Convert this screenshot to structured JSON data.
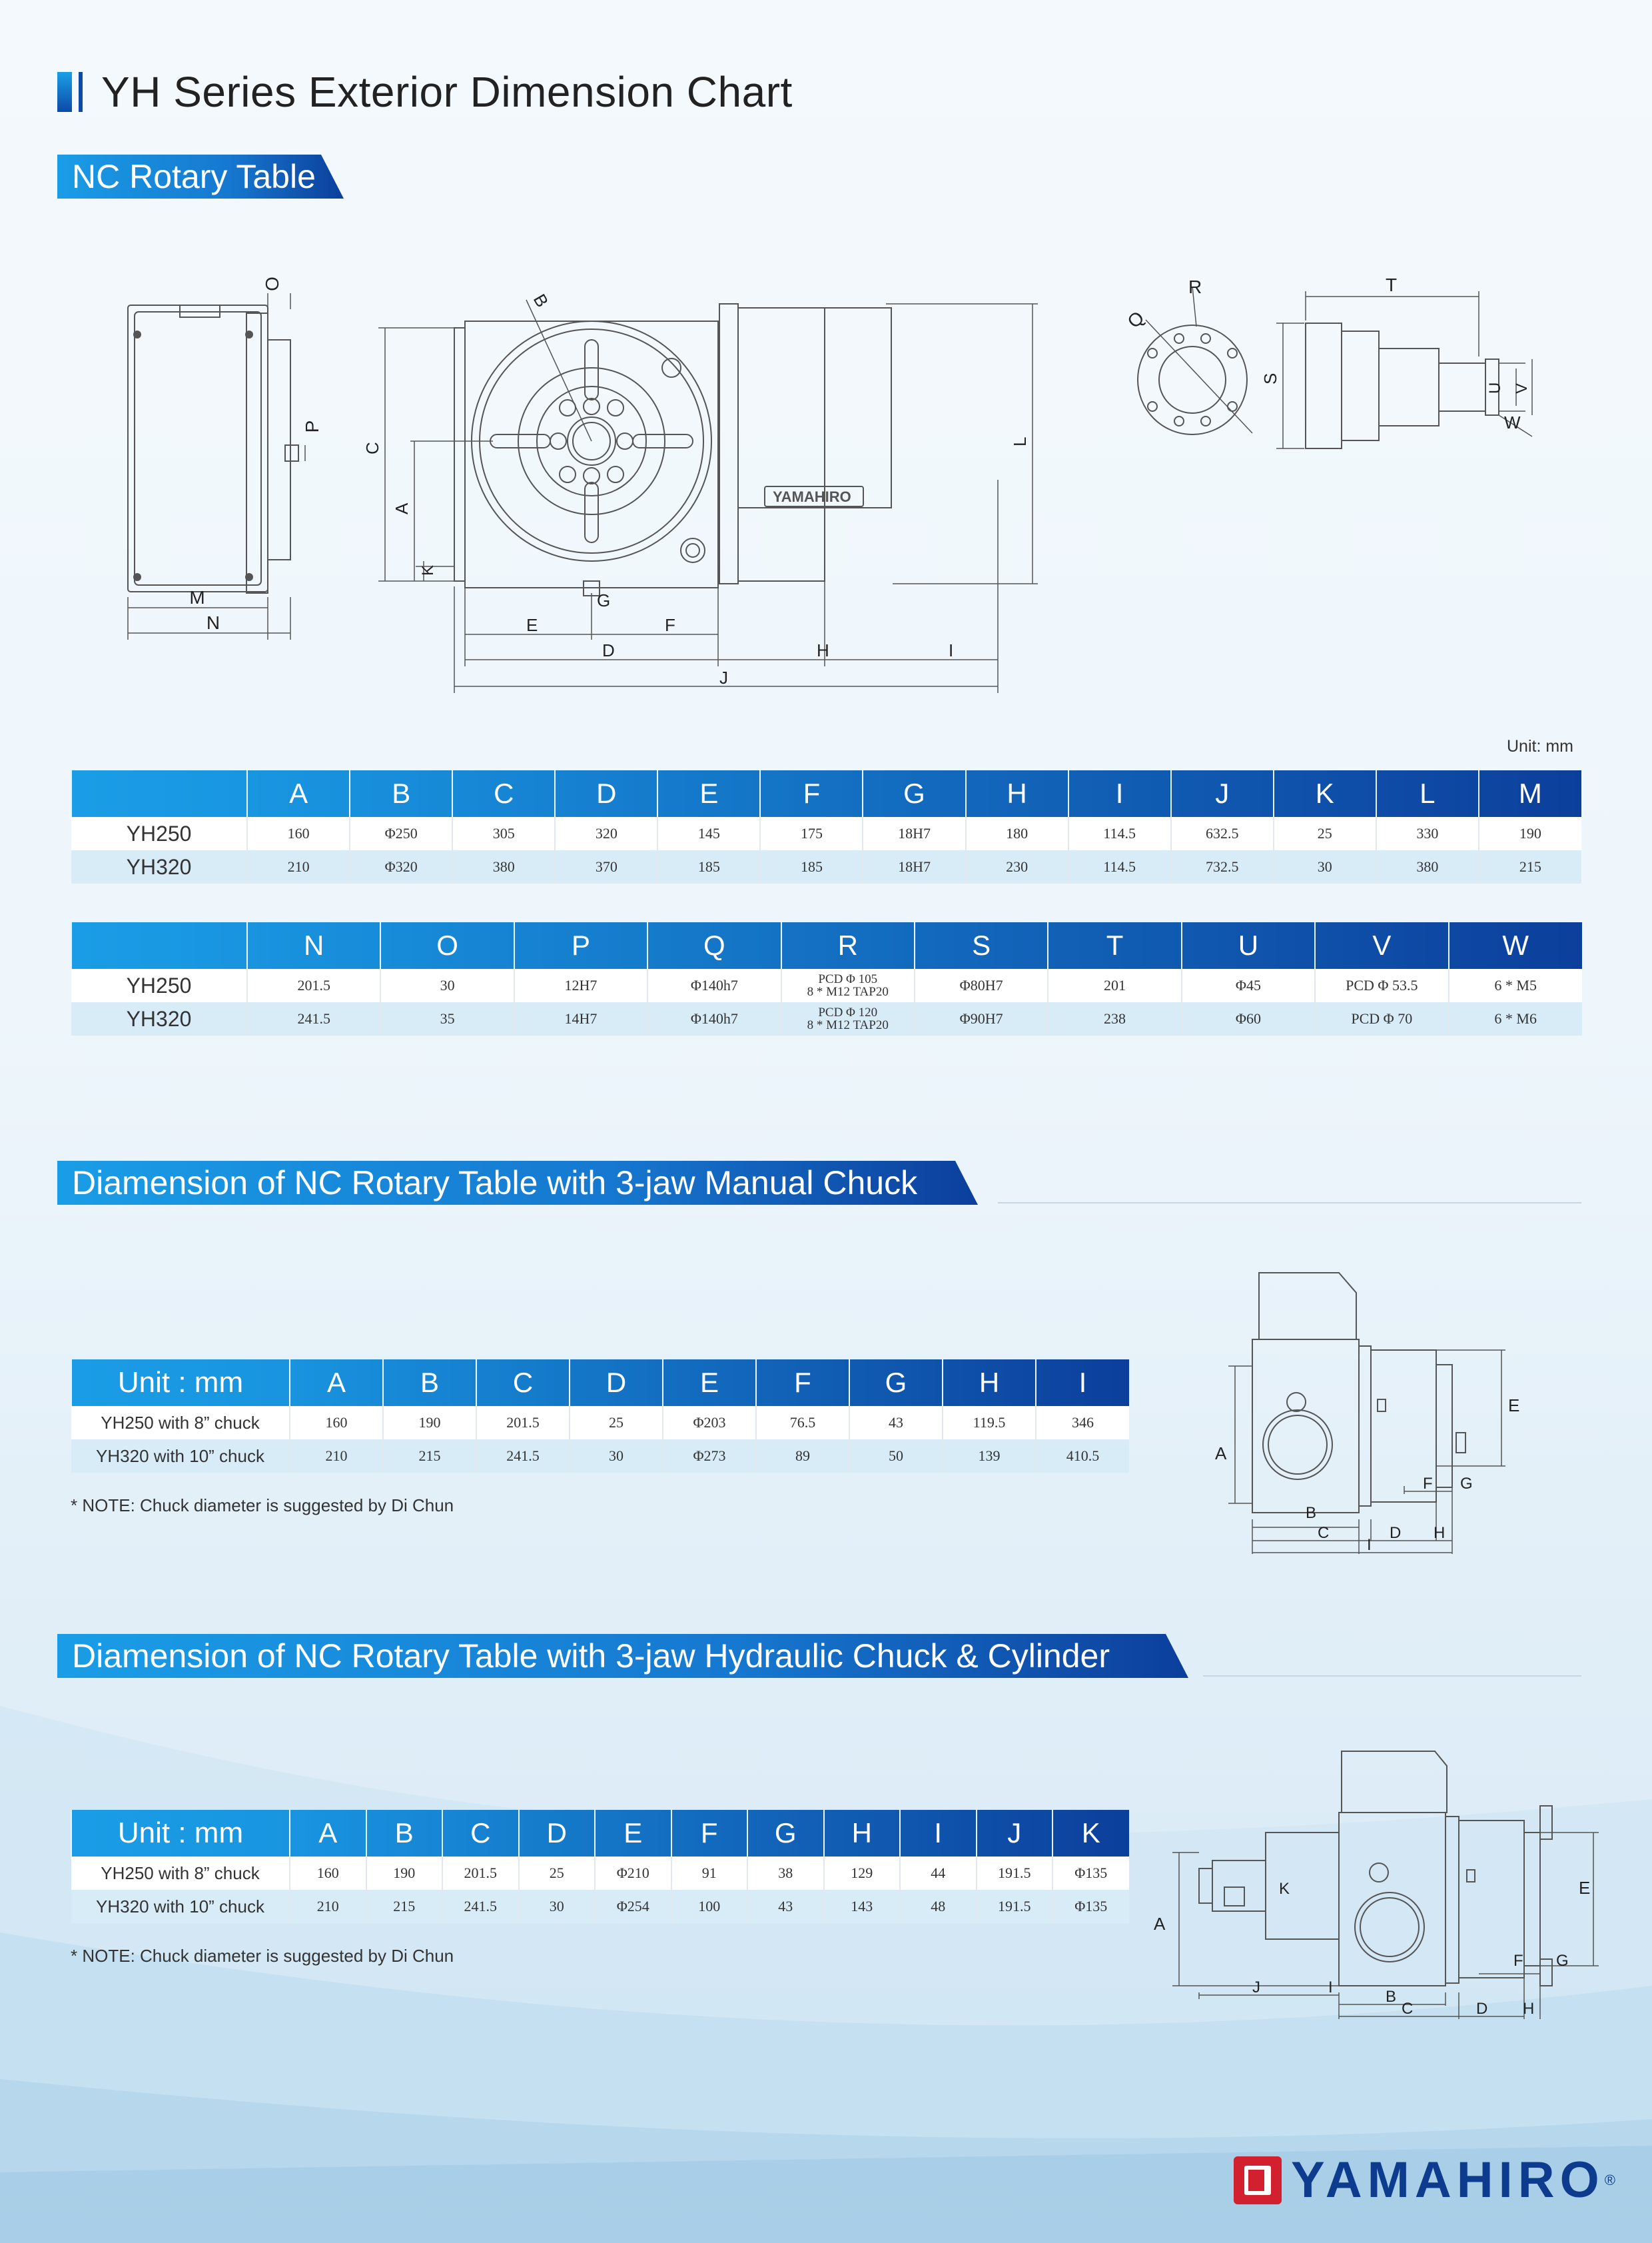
{
  "page": {
    "title": "YH Series Exterior Dimension Chart"
  },
  "section1": {
    "tab": "NC Rotary Table",
    "unit": "Unit: mm",
    "drawing_labels": {
      "side": [
        "O",
        "P",
        "M",
        "N"
      ],
      "front": [
        "B",
        "C",
        "A",
        "K",
        "G",
        "E",
        "F",
        "D",
        "H",
        "I",
        "J",
        "L"
      ],
      "front_brand": "YAMAHIRO",
      "flange": [
        "R",
        "Q"
      ],
      "shaft": [
        "T",
        "S",
        "U",
        "V",
        "W"
      ]
    },
    "table1": {
      "headers": [
        "",
        "A",
        "B",
        "C",
        "D",
        "E",
        "F",
        "G",
        "H",
        "I",
        "J",
        "K",
        "L",
        "M"
      ],
      "rows": [
        [
          "YH250",
          "160",
          "Φ250",
          "305",
          "320",
          "145",
          "175",
          "18H7",
          "180",
          "114.5",
          "632.5",
          "25",
          "330",
          "190"
        ],
        [
          "YH320",
          "210",
          "Φ320",
          "380",
          "370",
          "185",
          "185",
          "18H7",
          "230",
          "114.5",
          "732.5",
          "30",
          "380",
          "215"
        ]
      ]
    },
    "table2": {
      "headers": [
        "",
        "N",
        "O",
        "P",
        "Q",
        "R",
        "S",
        "T",
        "U",
        "V",
        "W"
      ],
      "rows": [
        [
          "YH250",
          "201.5",
          "30",
          "12H7",
          "Φ140h7",
          "PCD Φ 105",
          "8 * M12 TAP20",
          "Φ80H7",
          "201",
          "Φ45",
          "PCD Φ 53.5",
          "6 * M5"
        ],
        [
          "YH320",
          "241.5",
          "35",
          "14H7",
          "Φ140h7",
          "PCD Φ 120",
          "8 * M12 TAP20",
          "Φ90H7",
          "238",
          "Φ60",
          "PCD Φ 70",
          "6 * M6"
        ]
      ]
    }
  },
  "section2": {
    "tab": "Diamension of NC Rotary Table with 3-jaw Manual Chuck",
    "table": {
      "headers": [
        "Unit : mm",
        "A",
        "B",
        "C",
        "D",
        "E",
        "F",
        "G",
        "H",
        "I"
      ],
      "rows": [
        [
          "YH250 with 8”  chuck",
          "160",
          "190",
          "201.5",
          "25",
          "Φ203",
          "76.5",
          "43",
          "119.5",
          "346"
        ],
        [
          "YH320 with 10”  chuck",
          "210",
          "215",
          "241.5",
          "30",
          "Φ273",
          "89",
          "50",
          "139",
          "410.5"
        ]
      ]
    },
    "note": "* NOTE: Chuck diameter is suggested by Di Chun",
    "drawing_labels": [
      "E",
      "A",
      "F",
      "G",
      "B",
      "D",
      "H",
      "C",
      "I"
    ]
  },
  "section3": {
    "tab": "Diamension of NC Rotary Table with 3-jaw Hydraulic Chuck & Cylinder",
    "table": {
      "headers": [
        "Unit : mm",
        "A",
        "B",
        "C",
        "D",
        "E",
        "F",
        "G",
        "H",
        "I",
        "J",
        "K"
      ],
      "rows": [
        [
          "YH250 with 8”  chuck",
          "160",
          "190",
          "201.5",
          "25",
          "Φ210",
          "91",
          "38",
          "129",
          "44",
          "191.5",
          "Φ135"
        ],
        [
          "YH320 with 10”  chuck",
          "210",
          "215",
          "241.5",
          "30",
          "Φ254",
          "100",
          "43",
          "143",
          "48",
          "191.5",
          "Φ135"
        ]
      ]
    },
    "note": "* NOTE: Chuck diameter is suggested by Di Chun",
    "drawing_labels": [
      "K",
      "E",
      "A",
      "F",
      "G",
      "J",
      "I",
      "B",
      "C",
      "D",
      "H"
    ]
  },
  "footer": {
    "brand": "YAMAHIRO",
    "registered": "®"
  },
  "colors": {
    "header_light": "#1a9de6",
    "header_dark": "#0c3f9c",
    "row_alt": "#d8ecf8",
    "brand_red": "#d2202e",
    "brand_blue": "#0d3c8f"
  }
}
